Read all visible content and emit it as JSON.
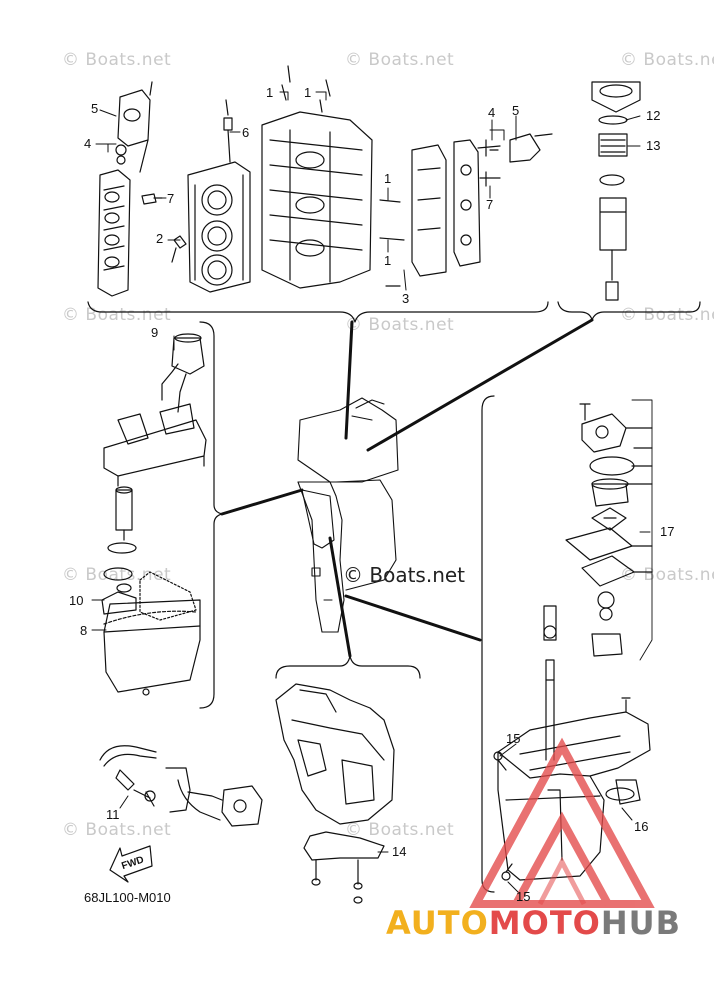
{
  "diagram": {
    "part_code": "68JL100-M010",
    "center_watermark": "© Boats.net",
    "corner_watermark": "© Boats.net",
    "fwd_label": "FWD",
    "brand": {
      "part1": "AUTO",
      "part2": "MOTO",
      "part3": "HUB"
    },
    "colors": {
      "line": "#111111",
      "logo_red": "#e34a4a",
      "logo_yellow": "#f2b01e",
      "logo_gray": "#7a7a7a",
      "watermark": "#c9c9c9"
    },
    "callouts": [
      {
        "id": "c1a",
        "text": "1"
      },
      {
        "id": "c1b",
        "text": "1"
      },
      {
        "id": "c1c",
        "text": "1"
      },
      {
        "id": "c1d",
        "text": "1"
      },
      {
        "id": "c2",
        "text": "2"
      },
      {
        "id": "c3",
        "text": "3"
      },
      {
        "id": "c4a",
        "text": "4"
      },
      {
        "id": "c4b",
        "text": "4"
      },
      {
        "id": "c5a",
        "text": "5"
      },
      {
        "id": "c5b",
        "text": "5"
      },
      {
        "id": "c6",
        "text": "6"
      },
      {
        "id": "c7a",
        "text": "7"
      },
      {
        "id": "c7b",
        "text": "7"
      },
      {
        "id": "c8",
        "text": "8"
      },
      {
        "id": "c9",
        "text": "9"
      },
      {
        "id": "c10",
        "text": "10"
      },
      {
        "id": "c11",
        "text": "11"
      },
      {
        "id": "c12",
        "text": "12"
      },
      {
        "id": "c13",
        "text": "13"
      },
      {
        "id": "c14",
        "text": "14"
      },
      {
        "id": "c15a",
        "text": "15"
      },
      {
        "id": "c15b",
        "text": "15"
      },
      {
        "id": "c16",
        "text": "16"
      },
      {
        "id": "c17",
        "text": "17"
      }
    ]
  }
}
